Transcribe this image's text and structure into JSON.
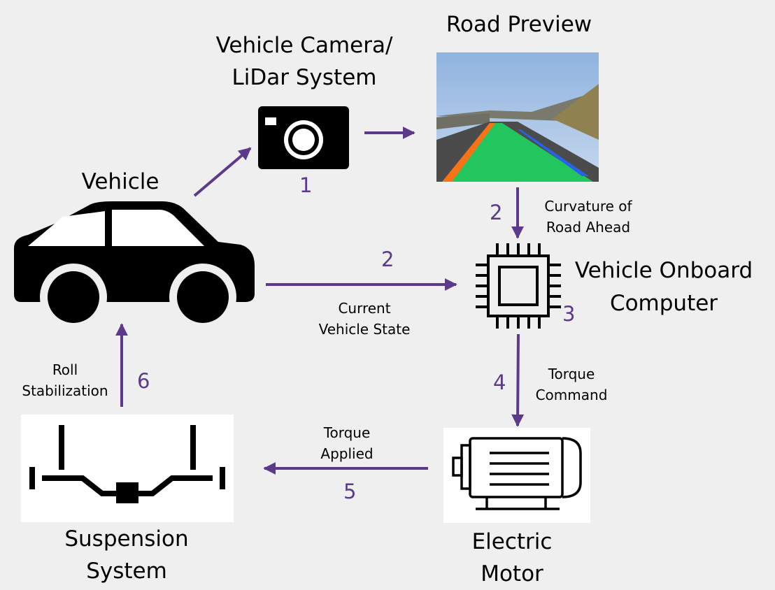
{
  "nodes": {
    "camera": {
      "title": [
        "Vehicle Camera/",
        "LiDar System"
      ],
      "step": "1"
    },
    "road_preview": {
      "title": "Road Preview"
    },
    "vehicle": {
      "title": "Vehicle"
    },
    "computer": {
      "title": [
        "Vehicle Onboard",
        "Computer"
      ],
      "step": "3"
    },
    "motor": {
      "title": [
        "Electric",
        "Motor"
      ]
    },
    "suspension": {
      "title": [
        "Suspension",
        "System"
      ]
    }
  },
  "edges": {
    "preview_to_computer": {
      "label": [
        "Curvature of",
        "Road Ahead"
      ],
      "step": "2"
    },
    "vehicle_to_computer": {
      "label": [
        "Current",
        "Vehicle State"
      ],
      "step": "2"
    },
    "computer_to_motor": {
      "label": [
        "Torque",
        "Command"
      ],
      "step": "4"
    },
    "motor_to_suspension": {
      "label": [
        "Torque",
        "Applied"
      ],
      "step": "5"
    },
    "suspension_to_vehicle": {
      "label": [
        "Roll",
        "Stabilization"
      ],
      "step": "6"
    }
  },
  "colors": {
    "arrow": "#5b3a8c",
    "step_number": "#5b3a8c",
    "background": "#efefef",
    "icon": "#000000"
  },
  "icons": [
    "camera-icon",
    "road-preview-image",
    "car-icon",
    "chip-icon",
    "electric-motor-icon",
    "suspension-icon"
  ]
}
